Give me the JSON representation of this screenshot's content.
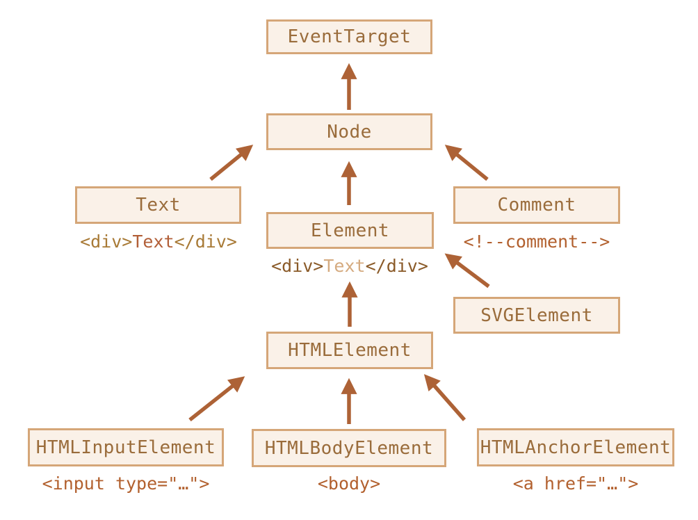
{
  "diagram": {
    "nodes": {
      "eventTarget": {
        "label": "EventTarget"
      },
      "node": {
        "label": "Node"
      },
      "text": {
        "label": "Text"
      },
      "comment": {
        "label": "Comment"
      },
      "element": {
        "label": "Element"
      },
      "svgElement": {
        "label": "SVGElement"
      },
      "htmlElement": {
        "label": "HTMLElement"
      },
      "htmlInput": {
        "label": "HTMLInputElement"
      },
      "htmlBody": {
        "label": "HTMLBodyElement"
      },
      "htmlAnchor": {
        "label": "HTMLAnchorElement"
      }
    },
    "examples": {
      "text": {
        "open": "<div>",
        "emph": "Text",
        "close": "</div>"
      },
      "element": {
        "open": "<div>",
        "dim": "Text",
        "close": "</div>"
      },
      "comment": {
        "code": "<!--comment-->"
      },
      "input": {
        "code": "<input type=\"…\">"
      },
      "body": {
        "code": "<body>"
      },
      "anchor": {
        "code": "<a href=\"…\">"
      }
    },
    "edges": [
      {
        "from": "Node",
        "to": "EventTarget"
      },
      {
        "from": "Text",
        "to": "Node"
      },
      {
        "from": "Comment",
        "to": "Node"
      },
      {
        "from": "Element",
        "to": "Node"
      },
      {
        "from": "SVGElement",
        "to": "Element"
      },
      {
        "from": "HTMLElement",
        "to": "Element"
      },
      {
        "from": "HTMLInputElement",
        "to": "HTMLElement"
      },
      {
        "from": "HTMLBodyElement",
        "to": "HTMLElement"
      },
      {
        "from": "HTMLAnchorElement",
        "to": "HTMLElement"
      }
    ],
    "colors": {
      "background": "#ffffff",
      "box_fill": "#faf1e8",
      "box_border": "#d5a678",
      "box_text": "#9a6c3b",
      "arrow": "#ad6236",
      "code_tag": "#a87a36",
      "code_tag_dark": "#8a5a28",
      "code_emphasis": "#b25f38",
      "code_dim": "#d5ab80",
      "code_plain": "#b2602e"
    }
  }
}
